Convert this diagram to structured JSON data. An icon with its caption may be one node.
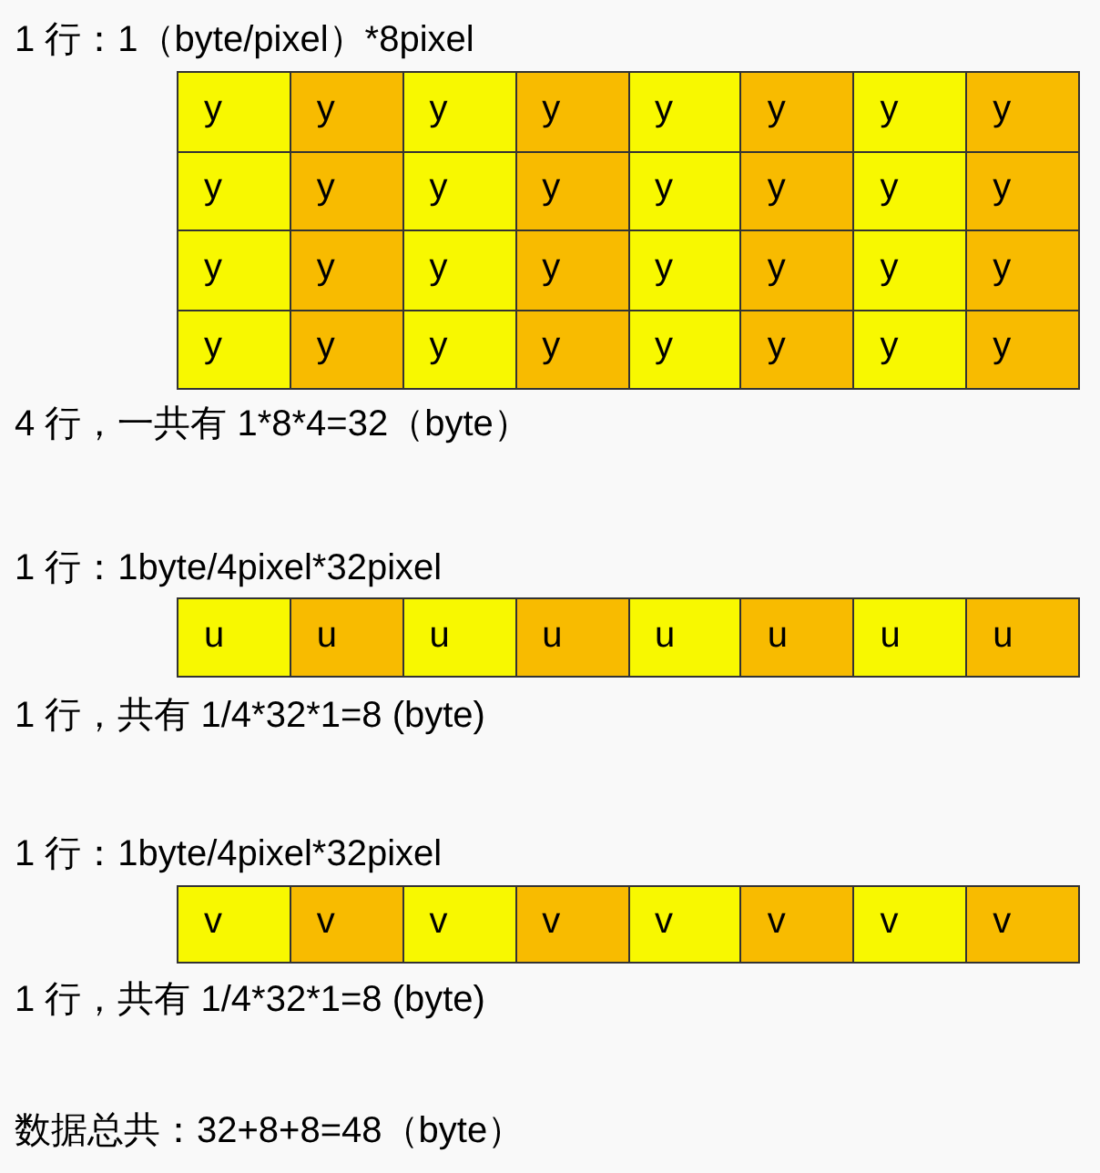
{
  "diagram": {
    "nodes": [
      {
        "text": [
          "y"
        ]
      },
      {
        "text": [
          "y"
        ]
      },
      {
        "text": [
          "y"
        ]
      },
      {
        "text": [
          "y"
        ]
      },
      {
        "text": [
          "y"
        ]
      },
      {
        "text": [
          "y"
        ]
      },
      {
        "text": [
          "y"
        ]
      },
      {
        "text": [
          "y"
        ]
      },
      {
        "text": [
          "y"
        ]
      },
      {
        "text": [
          "y"
        ]
      },
      {
        "text": [
          "y"
        ]
      },
      {
        "text": [
          "y"
        ]
      },
      {
        "text": [
          "y"
        ]
      },
      {
        "text": [
          "y"
        ]
      },
      {
        "text": [
          "y"
        ]
      },
      {
        "text": [
          "y"
        ]
      },
      {
        "text": [
          "y"
        ]
      },
      {
        "text": [
          "y"
        ]
      },
      {
        "text": [
          "y"
        ]
      },
      {
        "text": [
          "y"
        ]
      },
      {
        "text": [
          "y"
        ]
      },
      {
        "text": [
          "y"
        ]
      },
      {
        "text": [
          "y"
        ]
      },
      {
        "text": [
          "y"
        ]
      },
      {
        "text": [
          "y"
        ]
      },
      {
        "text": [
          "y"
        ]
      },
      {
        "text": [
          "y"
        ]
      },
      {
        "text": [
          "y"
        ]
      },
      {
        "text": [
          "y"
        ]
      },
      {
        "text": [
          "y"
        ]
      },
      {
        "text": [
          "y"
        ]
      },
      {
        "text": [
          "y"
        ]
      },
      {
        "text": [
          "u"
        ]
      },
      {
        "text": [
          "u"
        ]
      },
      {
        "text": [
          "u"
        ]
      },
      {
        "text": [
          "u"
        ]
      },
      {
        "text": [
          "u"
        ]
      },
      {
        "text": [
          "u"
        ]
      },
      {
        "text": [
          "u"
        ]
      },
      {
        "text": [
          "u"
        ]
      },
      {
        "text": [
          "v"
        ]
      },
      {
        "text": [
          "v"
        ]
      },
      {
        "text": [
          "v"
        ]
      },
      {
        "text": [
          "v"
        ]
      },
      {
        "text": [
          "v"
        ]
      },
      {
        "text": [
          "v"
        ]
      },
      {
        "text": [
          "v"
        ]
      },
      {
        "text": [
          "v"
        ]
      }
    ],
    "labels": [
      "1 行：1（byte/pixel）*8pixel",
      "4 行，一共有 1*8*4=32（byte）",
      "1 行：1byte/4pixel*32pixel",
      "1 行，共有 1/4*32*1=8 (byte)",
      "1 行：1byte/4pixel*32pixel",
      "1 行，共有 1/4*32*1=8 (byte)",
      "数据总共：32+8+8=48（byte）"
    ]
  }
}
